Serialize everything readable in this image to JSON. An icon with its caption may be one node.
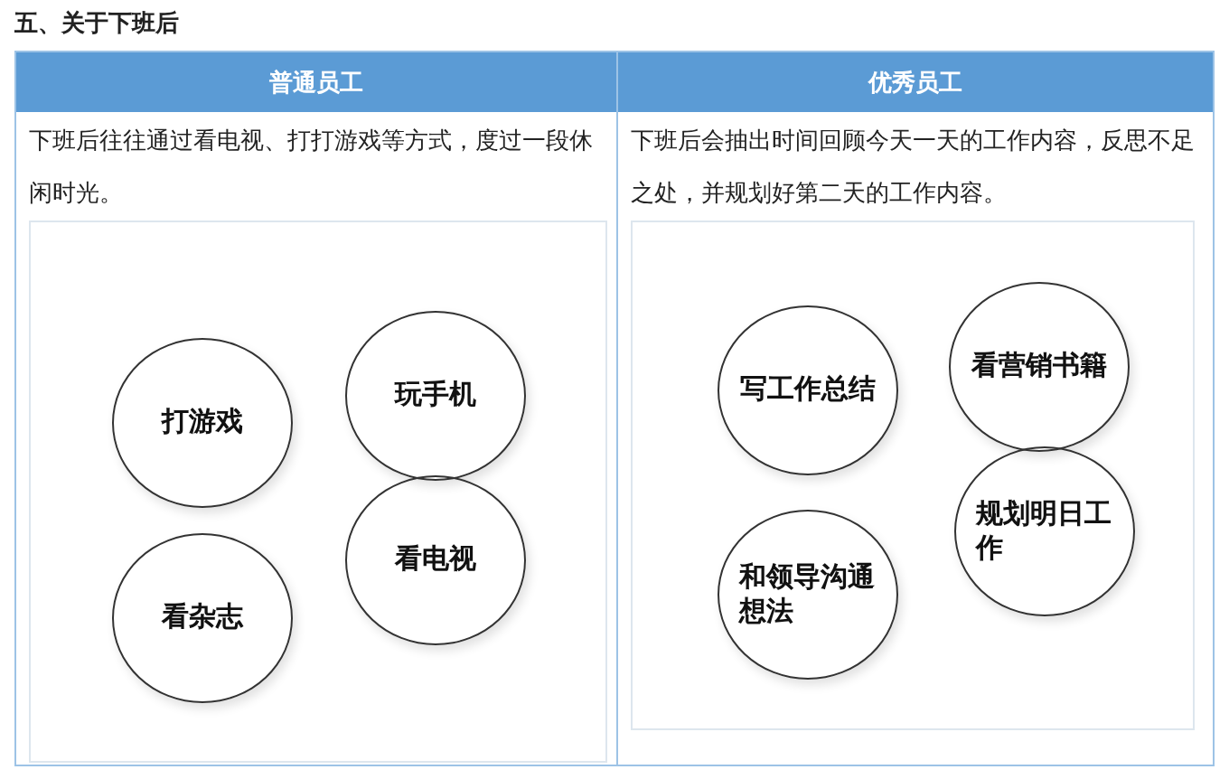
{
  "diagram": {
    "title": "五、关于下班后",
    "nodes": [
      {
        "text": [
          "普通员工",
          "下班后往往通过看电视、打打游戏等方式，度过一段休闲时光。"
        ]
      },
      {
        "text": [
          "打游戏"
        ],
        "in": 0
      },
      {
        "text": [
          "玩手机"
        ],
        "in": 0
      },
      {
        "text": [
          "看电视"
        ],
        "in": 0
      },
      {
        "text": [
          "看杂志"
        ],
        "in": 0
      },
      {
        "text": [
          "优秀员工",
          "下班后会抽出时间回顾今天一天的工作内容，反思不足之处，并规划好第二天的工作内容。"
        ]
      },
      {
        "text": [
          "写工作总结"
        ],
        "in": 5
      },
      {
        "text": [
          "看营销书籍"
        ],
        "in": 5
      },
      {
        "text": [
          "规划明日工作"
        ],
        "in": 5
      },
      {
        "text": [
          "和领导沟通想法"
        ],
        "in": 5
      }
    ]
  }
}
